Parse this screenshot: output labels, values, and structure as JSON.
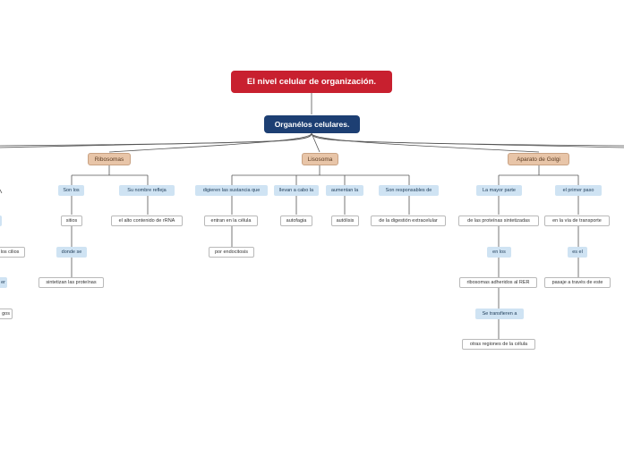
{
  "title": "El nivel celular de organización.",
  "subtitle": "Organélos celulares.",
  "branches": {
    "ribosomas": "Ribosomas",
    "lisosoma": "Lisosoma",
    "golgi": "Aparato de Golgi"
  },
  "ribosomas": {
    "son_los": "Son los",
    "sitios": "sitios",
    "donde_se": "donde se",
    "sintetizan": "sintetizan las proteínas",
    "nombre_refleja": "Su nombre refleja",
    "alto_contenido": "el alto contenido de rRNA"
  },
  "lisosoma": {
    "digieren": "digieren las sustancia que",
    "entran": "entran en la célula",
    "endocitosis": "por endocitosis",
    "llevan": "llevan a cabo la",
    "autofagia": "autofagia",
    "aumentan": "aumentan la",
    "autolisis": "autólisis",
    "responsables": "Son responsables de",
    "digestion": "de la digestión extracelular"
  },
  "golgi": {
    "mayor_parte": "La mayor parte",
    "proteinas": "de las proteínas sintetizadas",
    "en_los": "en los",
    "ribosomas_rer": "ribosomas adheridos al RER",
    "transfieren": "Se transfieren a",
    "otras_regiones": "otras regiones de la célula",
    "primer_paso": "el primer paso",
    "via_transporte": "en la vía de transporte",
    "es_el": "es el",
    "pasaje": "pasaje a través de este"
  },
  "left_fragments": {
    "cilios": "los cilios",
    "er": "er",
    "gos": "gos"
  }
}
